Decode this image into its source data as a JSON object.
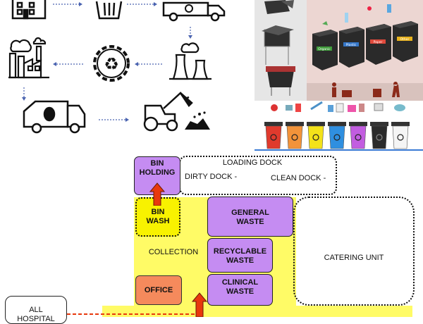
{
  "colors": {
    "yellow": "#fffb66",
    "purple": "#c58cf2",
    "office": "#f58a5c",
    "arrow_red": "#e8380d",
    "grey_panel": "#e6e6e6",
    "pink_panel": "#ecd7d3",
    "dark_red": "#8b2a1a"
  },
  "bins_photo": {
    "labels": [
      "Organic",
      "Plastic",
      "Paper",
      "Other"
    ],
    "label_colors": [
      "#3f9b3a",
      "#3577c9",
      "#e04a3c",
      "#e8b21d"
    ]
  },
  "medical_bins": {
    "colors": [
      "#e03a2d",
      "#f2933a",
      "#f3e21a",
      "#2f8fe0",
      "#c25de0",
      "#2b2b2b",
      "#f5f5f5"
    ]
  },
  "floorplan": {
    "loading_dock": "LOADING DOCK",
    "dirty_dock": "DIRTY DOCK -",
    "clean_dock": "CLEAN DOCK -",
    "bin_holding": "BIN\nHOLDING",
    "bin_wash": "BIN\nWASH",
    "collection": "COLLECTION",
    "general_waste": "GENERAL\nWASTE",
    "recyclable_waste": "RECYCLABLE\nWASTE",
    "clinical_waste": "CLINICAL\nWASTE",
    "office": "OFFICE",
    "catering_unit": "CATERING UNIT",
    "all_hospital": "ALL\nHOSPITAL"
  }
}
